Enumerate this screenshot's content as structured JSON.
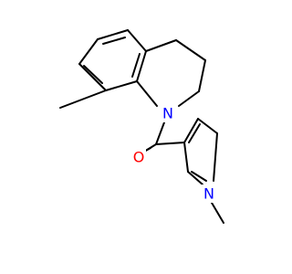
{
  "molecule": {
    "atoms": {
      "n_ring": {
        "symbol": "N",
        "color": "#0000ff"
      },
      "carbonyl_o": {
        "symbol": "O",
        "color": "#ff0000"
      },
      "n_pyrrole": {
        "symbol": "N",
        "color": "#0000ff"
      }
    }
  }
}
